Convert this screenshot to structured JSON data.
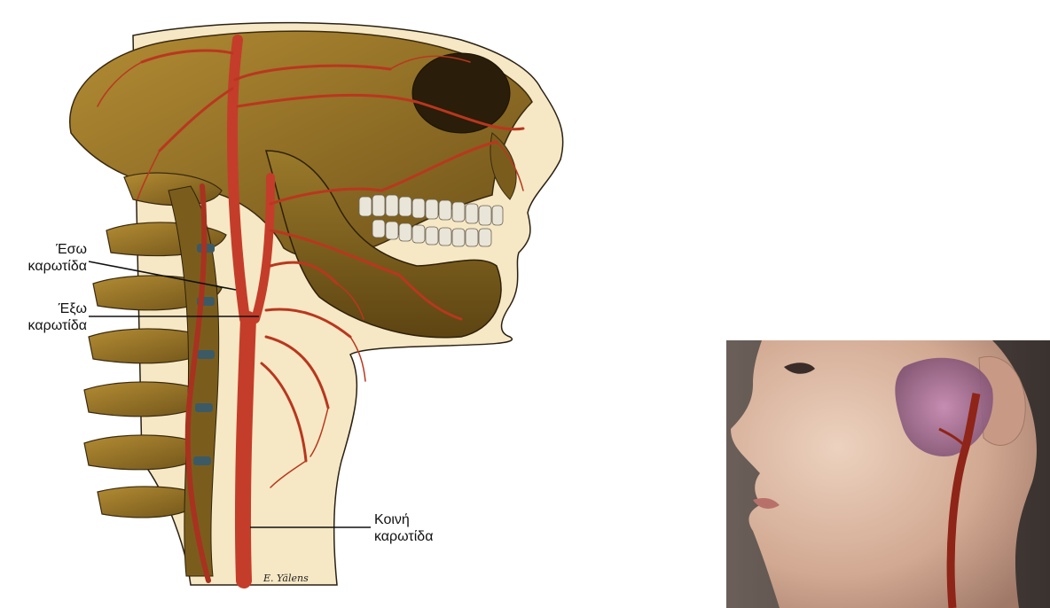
{
  "labels": {
    "internal_carotid": {
      "line1": "Έσω",
      "line2": "καρωτίδα"
    },
    "external_carotid": {
      "line1": "Έξω",
      "line2": "καρωτίδα"
    },
    "common_carotid": {
      "line1": "Κοινή",
      "line2": "καρωτίδα"
    }
  },
  "artist_signature": "E. Yälens",
  "colors": {
    "bone": "#8a6d22",
    "bone_light": "#b08a35",
    "skin": "#f6e8c4",
    "artery": "#c43d2a",
    "artery_dark": "#8f2418",
    "photo_skin": "#d9b7a0",
    "photo_background": "#4b433f"
  }
}
